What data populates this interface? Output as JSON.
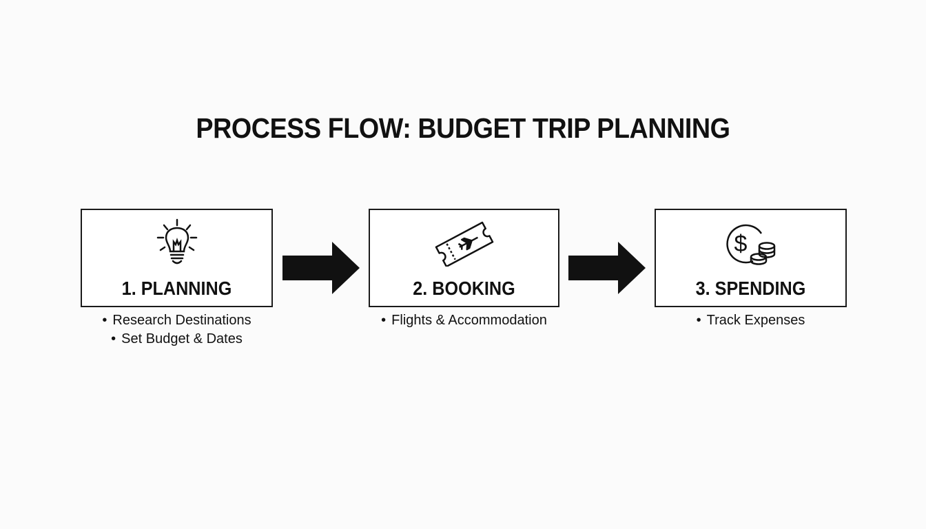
{
  "title": "PROCESS FLOW: BUDGET TRIP PLANNING",
  "steps": [
    {
      "label": "1. PLANNING",
      "icon": "lightbulb-icon",
      "bullets": [
        "Research Destinations",
        "Set Budget & Dates"
      ]
    },
    {
      "label": "2. BOOKING",
      "icon": "plane-ticket-icon",
      "bullets": [
        "Flights & Accommodation"
      ]
    },
    {
      "label": "3. SPENDING",
      "icon": "dollar-coins-icon",
      "bullets": [
        "Track Expenses"
      ]
    }
  ],
  "colors": {
    "stroke": "#111111",
    "background": "#fbfbfb",
    "box": "#ffffff"
  }
}
